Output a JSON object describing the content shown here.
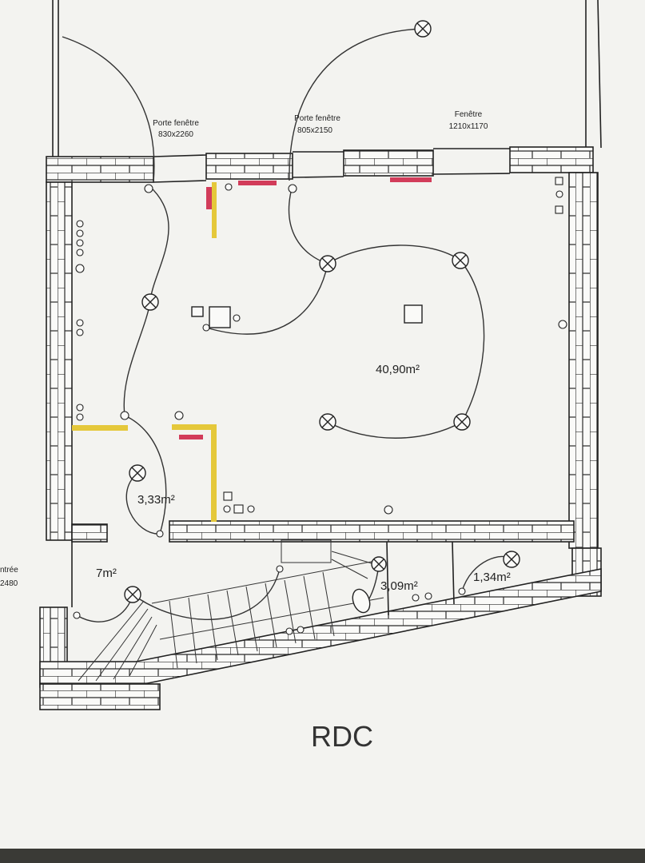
{
  "plan": {
    "level_title": "RDC",
    "openings": [
      {
        "name": "Porte fenêtre",
        "size": "830x2260"
      },
      {
        "name": "Porte fenêtre",
        "size": "805x2150"
      },
      {
        "name": "Fenêtre",
        "size": "1210x1170"
      }
    ],
    "entry": {
      "name": "ntrée",
      "size": "2480"
    },
    "rooms": [
      {
        "area": "40,90m²"
      },
      {
        "area": "3,33m²"
      },
      {
        "area": "7m²"
      },
      {
        "area": "3,09m²"
      },
      {
        "area": "1,34m²"
      }
    ],
    "colors": {
      "paper": "#f4f4f1",
      "ink": "#222222",
      "yellow_wall": "#e5c83a",
      "red_radiator": "#d23c5a"
    }
  }
}
